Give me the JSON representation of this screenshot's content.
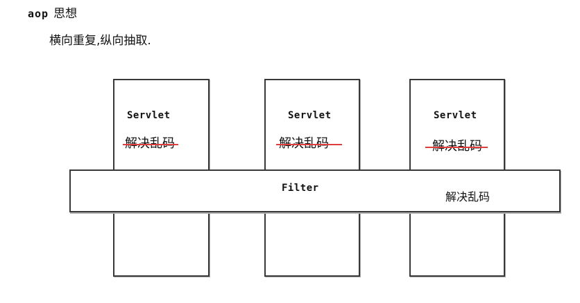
{
  "page": {
    "heading": {
      "keyword": "aop",
      "title": "思想"
    },
    "subtitle": "横向重复,纵向抽取."
  },
  "diagram": {
    "servlets": [
      {
        "name": "Servlet",
        "crossed_out_text": "解决乱码"
      },
      {
        "name": "Servlet",
        "crossed_out_text": "解决乱码"
      },
      {
        "name": "Servlet",
        "crossed_out_text": "解决乱码"
      }
    ],
    "filter": {
      "name": "Filter",
      "note": "解决乱码"
    },
    "colors": {
      "strike": "#e03c3c",
      "border": "#383838",
      "background": "#ffffff"
    }
  }
}
